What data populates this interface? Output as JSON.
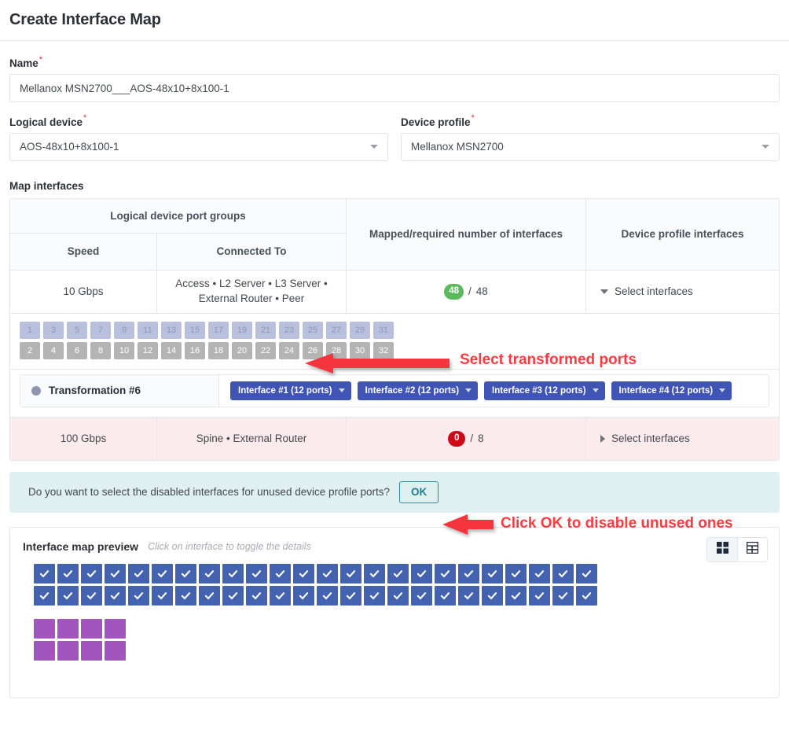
{
  "header": {
    "title": "Create Interface Map"
  },
  "form": {
    "name": {
      "label": "Name",
      "required": "*",
      "value": "Mellanox MSN2700___AOS-48x10+8x100-1"
    },
    "logical_device": {
      "label": "Logical device",
      "required": "*",
      "value": "AOS-48x10+8x100-1"
    },
    "device_profile": {
      "label": "Device profile",
      "required": "*",
      "value": "Mellanox MSN2700"
    }
  },
  "map_interfaces": {
    "section_title": "Map interfaces",
    "headers": {
      "group": "Logical device port groups",
      "speed": "Speed",
      "connected_to": "Connected To",
      "mapped": "Mapped/required number of interfaces",
      "device_profile_interfaces": "Device profile interfaces"
    },
    "rows": [
      {
        "speed": "10 Gbps",
        "connected_to": "Access • L2 Server • L3 Server • External Router • Peer",
        "mapped_count": "48",
        "required_count": "48",
        "badge_color": "#5cb85c",
        "select_label": "Select interfaces",
        "expanded": true
      },
      {
        "speed": "100 Gbps",
        "connected_to": "Spine • External Router",
        "mapped_count": "0",
        "required_count": "8",
        "badge_color": "#cc0a18",
        "select_label": "Select interfaces",
        "expanded": false
      }
    ],
    "separator": "/",
    "ports": {
      "odd_row": [
        "1",
        "3",
        "5",
        "7",
        "9",
        "11",
        "13",
        "15",
        "17",
        "19",
        "21",
        "23",
        "25",
        "27",
        "29",
        "31"
      ],
      "even_row": [
        "2",
        "4",
        "6",
        "8",
        "10",
        "12",
        "14",
        "16",
        "18",
        "20",
        "22",
        "24",
        "26",
        "28",
        "30",
        "32"
      ]
    },
    "transformation": {
      "title": "Transformation #6",
      "interfaces": [
        "Interface #1 (12 ports)",
        "Interface #2 (12 ports)",
        "Interface #3 (12 ports)",
        "Interface #4 (12 ports)"
      ]
    }
  },
  "prompt": {
    "question": "Do you want to select the disabled interfaces for unused device profile ports?",
    "ok_label": "OK"
  },
  "preview": {
    "title": "Interface map preview",
    "hint": "Click on interface to toggle the details",
    "view_grid_icon": "grid-view-icon",
    "view_table_icon": "table-view-icon",
    "blue_color": "#4362b0",
    "purple_color": "#a254bf",
    "grid": {
      "blue_rows": 2,
      "blue_per_row": 24,
      "purple_rows": 2,
      "purple_per_row": 4
    }
  },
  "annotations": [
    {
      "text": "Select transformed ports",
      "color": "#ff3b42"
    },
    {
      "text": "Click OK to disable unused ones",
      "color": "#ff3b42"
    }
  ]
}
